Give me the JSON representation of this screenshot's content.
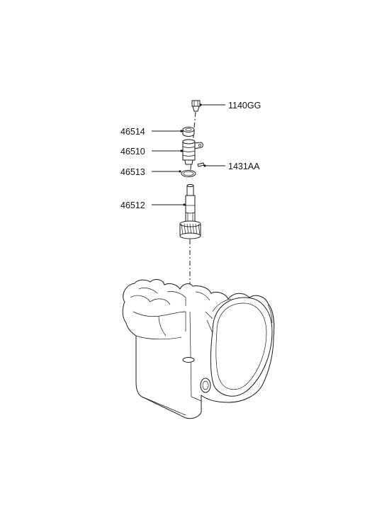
{
  "diagram": {
    "type": "exploded-parts-diagram",
    "parts": [
      {
        "id": "1140GG",
        "label": "1140GG"
      },
      {
        "id": "46514",
        "label": "46514"
      },
      {
        "id": "46510",
        "label": "46510"
      },
      {
        "id": "1431AA",
        "label": "1431AA"
      },
      {
        "id": "46513",
        "label": "46513"
      },
      {
        "id": "46512",
        "label": "46512"
      }
    ]
  }
}
